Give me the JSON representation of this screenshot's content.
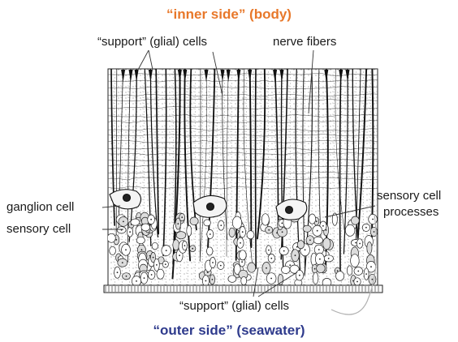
{
  "headings": {
    "inner": {
      "text": "“inner side” (body)",
      "color": "#e8782a"
    },
    "outer": {
      "text": "“outer side” (seawater)",
      "color": "#2e3a8c"
    }
  },
  "labels": {
    "support_top": "“support” (glial) cells",
    "nerve_fibers": "nerve fibers",
    "ganglion_cell": "ganglion cell",
    "sensory_cell": "sensory cell",
    "sensory_processes_line1": "sensory cell",
    "sensory_processes_line2": "processes",
    "support_bottom": "“support” (glial) cells"
  },
  "colors": {
    "ink": "#1a1a1a",
    "leader": "#333333",
    "curve": "#b0b0b0"
  }
}
